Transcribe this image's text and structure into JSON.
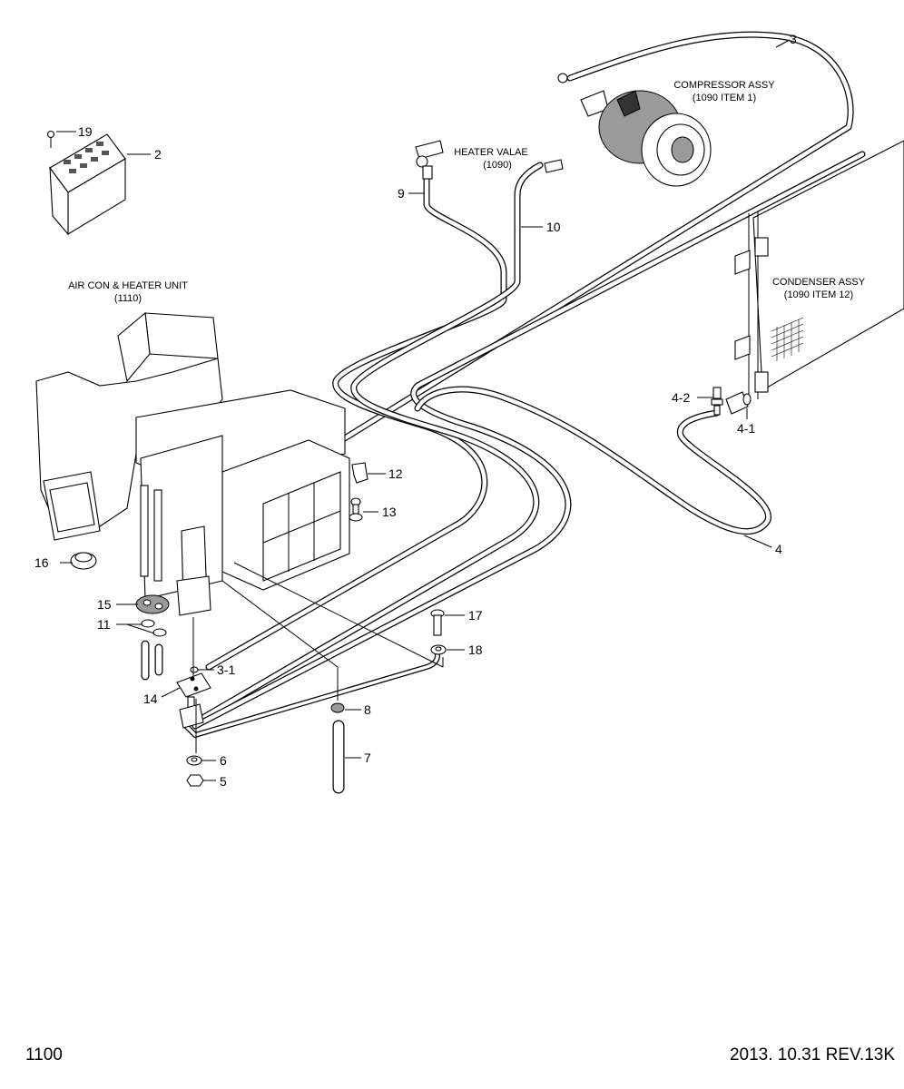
{
  "assemblies": {
    "compressor_title": "COMPRESSOR ASSY",
    "compressor_ref": "(1090 ITEM 1)",
    "heater_valve_title": "HEATER VALAE",
    "heater_valve_ref": "(1090)",
    "aircon_title": "AIR CON & HEATER UNIT",
    "aircon_ref": "(1110)",
    "condenser_title": "CONDENSER ASSY",
    "condenser_ref": "(1090 ITEM 12)"
  },
  "callouts": {
    "c19": "19",
    "c2": "2",
    "c3": "3",
    "c9": "9",
    "c10": "10",
    "c4_2": "4-2",
    "c4_1": "4-1",
    "c12": "12",
    "c13": "13",
    "c4": "4",
    "c16": "16",
    "c15": "15",
    "c11": "11",
    "c17": "17",
    "c18": "18",
    "c3_1": "3-1",
    "c14": "14",
    "c8": "8",
    "c6": "6",
    "c7": "7",
    "c5": "5"
  },
  "footer": {
    "page_number": "1100",
    "revision": "2013. 10.31  REV.13K"
  }
}
